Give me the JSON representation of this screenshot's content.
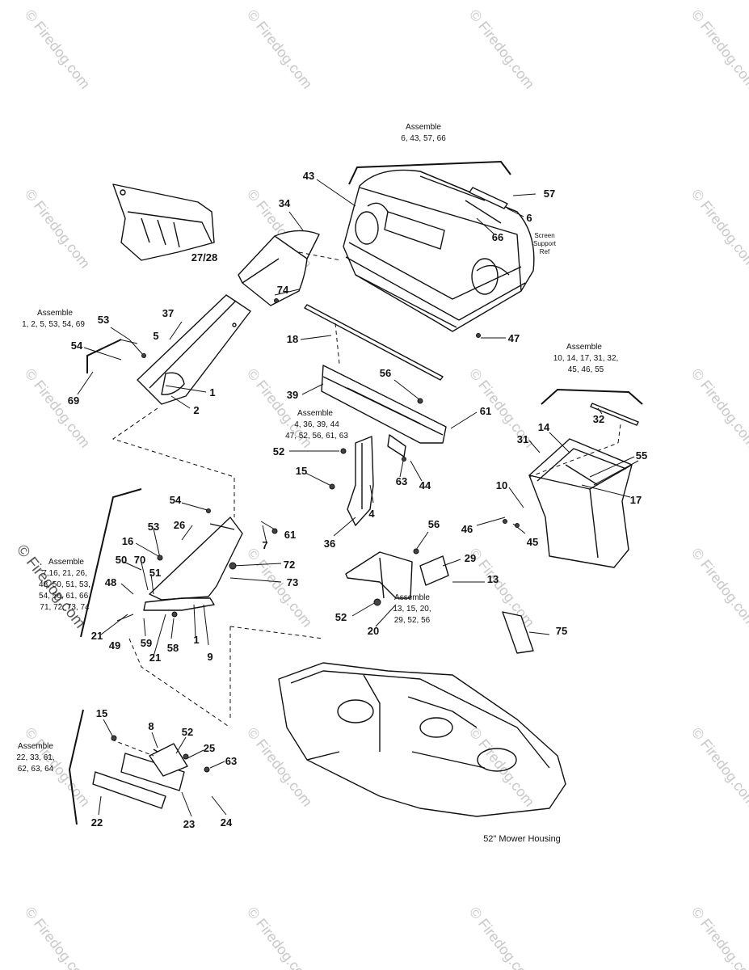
{
  "watermark": {
    "text": "© Firedog.com",
    "big_text": "© Firedog.com"
  },
  "assemblies": {
    "bagger_top": [
      "Assemble",
      "6, 43, 57, 66"
    ],
    "chute_hinge": [
      "Assemble",
      "1, 2, 5, 53, 54, 69"
    ],
    "bracket": [
      "Assemble",
      "4, 36, 39, 44",
      "47, 52, 56, 61, 63"
    ],
    "bag": [
      "Assemble",
      "10, 14, 17, 31, 32,",
      "45, 46, 55"
    ],
    "deflector": [
      "Assemble",
      "7,16, 21, 26,",
      "48, 50, 51, 53,",
      "54, 56, 61, 66,",
      "71, 72, 73, 74"
    ],
    "mount_plate": [
      "Assemble",
      "13, 15, 20,",
      "29, 52, 56"
    ],
    "weights": [
      "Assemble",
      "22, 33, 61,",
      "62, 63, 64"
    ]
  },
  "notes": {
    "screen_support": [
      "Screen",
      "Support",
      "Ref"
    ]
  },
  "caption": "52\" Mower Housing",
  "callouts": {
    "c43": "43",
    "c57": "57",
    "c6": "6",
    "c66": "66",
    "c34": "34",
    "c2728": "27/28",
    "c74": "74",
    "c37": "37",
    "c53a": "53",
    "c5": "5",
    "c54a": "54",
    "c69": "69",
    "c1a": "1",
    "c2": "2",
    "c18": "18",
    "c47": "47",
    "c56a": "56",
    "c39": "39",
    "c61a": "61",
    "c52a": "52",
    "c15a": "15",
    "c63a": "63",
    "c44": "44",
    "c4": "4",
    "c36": "36",
    "c32": "32",
    "c14": "14",
    "c31": "31",
    "c55": "55",
    "c10": "10",
    "c17": "17",
    "c46": "46",
    "c45": "45",
    "c54b": "54",
    "c26": "26",
    "c53b": "53",
    "c16": "16",
    "c50": "50",
    "c70": "70",
    "c51": "51",
    "c48": "48",
    "c7": "7",
    "c61b": "61",
    "c72": "72",
    "c73": "73",
    "c21a": "21",
    "c49": "49",
    "c59": "59",
    "c58": "58",
    "c1b": "1",
    "c9": "9",
    "c21b": "21",
    "c56b": "56",
    "c29": "29",
    "c13": "13",
    "c52b": "52",
    "c20": "20",
    "c75": "75",
    "c15b": "15",
    "c8": "8",
    "c52c": "52",
    "c25": "25",
    "c63b": "63",
    "c22": "22",
    "c23": "23",
    "c24": "24"
  }
}
